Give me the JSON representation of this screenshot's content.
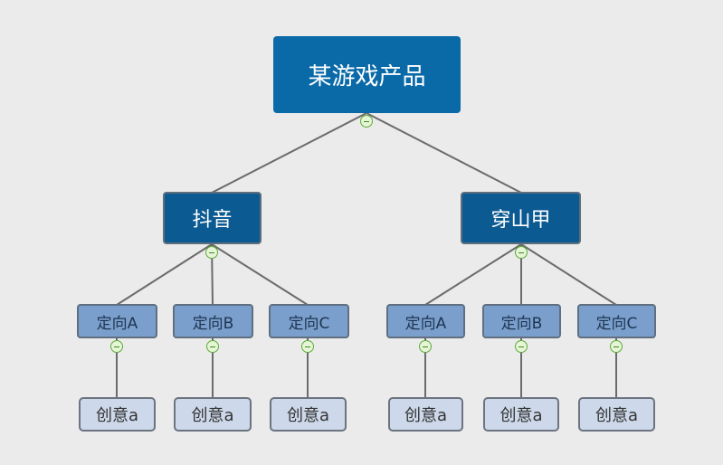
{
  "diagram": {
    "root": {
      "label": "某游戏产品"
    },
    "branches": [
      {
        "label": "抖音",
        "children": [
          {
            "label": "定向A",
            "child": "创意a"
          },
          {
            "label": "定向B",
            "child": "创意a"
          },
          {
            "label": "定向C",
            "child": "创意a"
          }
        ]
      },
      {
        "label": "穿山甲",
        "children": [
          {
            "label": "定向A",
            "child": "创意a"
          },
          {
            "label": "定向B",
            "child": "创意a"
          },
          {
            "label": "定向C",
            "child": "创意a"
          }
        ]
      }
    ]
  },
  "colors": {
    "background": "#ebebeb",
    "root_fill": "#0a6aa8",
    "level1_fill": "#0c5a92",
    "level2_fill": "#7b9fcd",
    "level3_fill": "#cdd8ea",
    "connector": "#6b6b6b",
    "collapse_toggle": "#5cab3a"
  },
  "icons": {
    "collapse_toggle": "minus-circle-icon"
  }
}
